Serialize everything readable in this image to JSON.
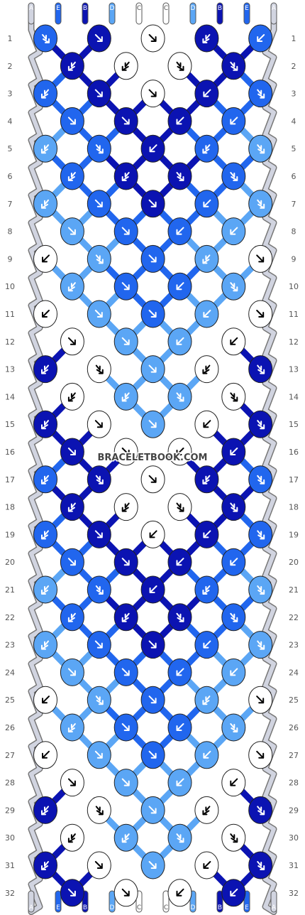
{
  "watermark": "BRACELETBOOK.COM",
  "strings": [
    {
      "label": "A",
      "color": "#d1d4e0"
    },
    {
      "label": "E",
      "color": "#2166ee"
    },
    {
      "label": "B",
      "color": "#0b13b2"
    },
    {
      "label": "D",
      "color": "#5ba6f5"
    },
    {
      "label": "C",
      "color": "#ffffff"
    },
    {
      "label": "C",
      "color": "#ffffff"
    },
    {
      "label": "D",
      "color": "#5ba6f5"
    },
    {
      "label": "B",
      "color": "#0b13b2"
    },
    {
      "label": "E",
      "color": "#2166ee"
    },
    {
      "label": "A",
      "color": "#d1d4e0"
    }
  ],
  "row_labels": [
    "1",
    "2",
    "3",
    "4",
    "5",
    "6",
    "7",
    "8",
    "9",
    "10",
    "11",
    "12",
    "13",
    "14",
    "15",
    "16",
    "17",
    "18",
    "19",
    "20",
    "21",
    "22",
    "23",
    "24",
    "25",
    "26",
    "27",
    "28",
    "29",
    "30",
    "31",
    "32"
  ],
  "knot_colors": {
    "A": "#d1d4e0",
    "B": "#0b13b2",
    "C": "#ffffff",
    "D": "#5ba6f5",
    "E": "#2166ee"
  },
  "knots": [
    [
      {
        "c": "E",
        "a": "SEr"
      },
      {
        "c": "B",
        "a": "SE"
      },
      {
        "c": "C",
        "a": "SE"
      },
      {
        "c": "B",
        "a": "SWr"
      },
      {
        "c": "E",
        "a": "SW"
      }
    ],
    [
      {
        "c": "B",
        "a": "SWr"
      },
      {
        "c": "C",
        "a": "SWr"
      },
      {
        "c": "C",
        "a": "SEr"
      },
      {
        "c": "B",
        "a": "SEr"
      }
    ],
    [
      {
        "c": "E",
        "a": "SWr"
      },
      {
        "c": "B",
        "a": "SE"
      },
      {
        "c": "C",
        "a": "SE"
      },
      {
        "c": "B",
        "a": "SW"
      },
      {
        "c": "E",
        "a": "SEr"
      }
    ],
    [
      {
        "c": "E",
        "a": "SE"
      },
      {
        "c": "B",
        "a": "SE"
      },
      {
        "c": "B",
        "a": "SW"
      },
      {
        "c": "E",
        "a": "SW"
      }
    ],
    [
      {
        "c": "D",
        "a": "SWr"
      },
      {
        "c": "E",
        "a": "SEr"
      },
      {
        "c": "B",
        "a": "SW"
      },
      {
        "c": "E",
        "a": "SWr"
      },
      {
        "c": "D",
        "a": "SEr"
      }
    ],
    [
      {
        "c": "E",
        "a": "SWr"
      },
      {
        "c": "B",
        "a": "SWr"
      },
      {
        "c": "B",
        "a": "SEr"
      },
      {
        "c": "E",
        "a": "SEr"
      }
    ],
    [
      {
        "c": "D",
        "a": "SWr"
      },
      {
        "c": "E",
        "a": "SE"
      },
      {
        "c": "B",
        "a": "SE"
      },
      {
        "c": "E",
        "a": "SW"
      },
      {
        "c": "D",
        "a": "SEr"
      }
    ],
    [
      {
        "c": "D",
        "a": "SE"
      },
      {
        "c": "E",
        "a": "SE"
      },
      {
        "c": "E",
        "a": "SW"
      },
      {
        "c": "D",
        "a": "SW"
      }
    ],
    [
      {
        "c": "C",
        "a": "SW"
      },
      {
        "c": "D",
        "a": "SEr"
      },
      {
        "c": "E",
        "a": "SE"
      },
      {
        "c": "D",
        "a": "SWr"
      },
      {
        "c": "C",
        "a": "SE"
      }
    ],
    [
      {
        "c": "D",
        "a": "SWr"
      },
      {
        "c": "E",
        "a": "SE"
      },
      {
        "c": "E",
        "a": "SW"
      },
      {
        "c": "D",
        "a": "SEr"
      }
    ],
    [
      {
        "c": "C",
        "a": "SW"
      },
      {
        "c": "D",
        "a": "SE"
      },
      {
        "c": "E",
        "a": "SE"
      },
      {
        "c": "D",
        "a": "SW"
      },
      {
        "c": "C",
        "a": "SE"
      }
    ],
    [
      {
        "c": "C",
        "a": "SE"
      },
      {
        "c": "D",
        "a": "SE"
      },
      {
        "c": "D",
        "a": "SW"
      },
      {
        "c": "C",
        "a": "SW"
      }
    ],
    [
      {
        "c": "B",
        "a": "SWr"
      },
      {
        "c": "C",
        "a": "SEr"
      },
      {
        "c": "D",
        "a": "SE"
      },
      {
        "c": "C",
        "a": "SWr"
      },
      {
        "c": "B",
        "a": "SEr"
      }
    ],
    [
      {
        "c": "C",
        "a": "SWr"
      },
      {
        "c": "D",
        "a": "SWr"
      },
      {
        "c": "D",
        "a": "SEr"
      },
      {
        "c": "C",
        "a": "SEr"
      }
    ],
    [
      {
        "c": "B",
        "a": "SWr"
      },
      {
        "c": "C",
        "a": "SE"
      },
      {
        "c": "D",
        "a": "SE"
      },
      {
        "c": "C",
        "a": "SW"
      },
      {
        "c": "B",
        "a": "SEr"
      }
    ],
    [
      {
        "c": "B",
        "a": "SE"
      },
      {
        "c": "C",
        "a": "SE"
      },
      {
        "c": "C",
        "a": "SW"
      },
      {
        "c": "B",
        "a": "SW"
      }
    ],
    [
      {
        "c": "E",
        "a": "SWr"
      },
      {
        "c": "B",
        "a": "SEr"
      },
      {
        "c": "C",
        "a": "SE"
      },
      {
        "c": "B",
        "a": "SWr"
      },
      {
        "c": "E",
        "a": "SEr"
      }
    ],
    [
      {
        "c": "B",
        "a": "SWr"
      },
      {
        "c": "C",
        "a": "SWr"
      },
      {
        "c": "C",
        "a": "SEr"
      },
      {
        "c": "B",
        "a": "SEr"
      }
    ],
    [
      {
        "c": "E",
        "a": "SWr"
      },
      {
        "c": "B",
        "a": "SE"
      },
      {
        "c": "C",
        "a": "SW"
      },
      {
        "c": "B",
        "a": "SW"
      },
      {
        "c": "E",
        "a": "SEr"
      }
    ],
    [
      {
        "c": "E",
        "a": "SE"
      },
      {
        "c": "B",
        "a": "SE"
      },
      {
        "c": "B",
        "a": "SW"
      },
      {
        "c": "E",
        "a": "SW"
      }
    ],
    [
      {
        "c": "D",
        "a": "SWr"
      },
      {
        "c": "E",
        "a": "SEr"
      },
      {
        "c": "B",
        "a": "SW"
      },
      {
        "c": "E",
        "a": "SWr"
      },
      {
        "c": "D",
        "a": "SEr"
      }
    ],
    [
      {
        "c": "E",
        "a": "SWr"
      },
      {
        "c": "B",
        "a": "SWr"
      },
      {
        "c": "B",
        "a": "SEr"
      },
      {
        "c": "E",
        "a": "SEr"
      }
    ],
    [
      {
        "c": "D",
        "a": "SWr"
      },
      {
        "c": "E",
        "a": "SE"
      },
      {
        "c": "B",
        "a": "SE"
      },
      {
        "c": "E",
        "a": "SW"
      },
      {
        "c": "D",
        "a": "SEr"
      }
    ],
    [
      {
        "c": "D",
        "a": "SE"
      },
      {
        "c": "E",
        "a": "SE"
      },
      {
        "c": "E",
        "a": "SW"
      },
      {
        "c": "D",
        "a": "SW"
      }
    ],
    [
      {
        "c": "C",
        "a": "SW"
      },
      {
        "c": "D",
        "a": "SEr"
      },
      {
        "c": "E",
        "a": "SE"
      },
      {
        "c": "D",
        "a": "SWr"
      },
      {
        "c": "C",
        "a": "SE"
      }
    ],
    [
      {
        "c": "D",
        "a": "SWr"
      },
      {
        "c": "E",
        "a": "SE"
      },
      {
        "c": "E",
        "a": "SW"
      },
      {
        "c": "D",
        "a": "SEr"
      }
    ],
    [
      {
        "c": "C",
        "a": "SW"
      },
      {
        "c": "D",
        "a": "SE"
      },
      {
        "c": "E",
        "a": "SE"
      },
      {
        "c": "D",
        "a": "SW"
      },
      {
        "c": "C",
        "a": "SE"
      }
    ],
    [
      {
        "c": "C",
        "a": "SE"
      },
      {
        "c": "D",
        "a": "SE"
      },
      {
        "c": "D",
        "a": "SW"
      },
      {
        "c": "C",
        "a": "SW"
      }
    ],
    [
      {
        "c": "B",
        "a": "SWr"
      },
      {
        "c": "C",
        "a": "SEr"
      },
      {
        "c": "D",
        "a": "SE"
      },
      {
        "c": "C",
        "a": "SWr"
      },
      {
        "c": "B",
        "a": "SEr"
      }
    ],
    [
      {
        "c": "C",
        "a": "SWr"
      },
      {
        "c": "D",
        "a": "SWr"
      },
      {
        "c": "D",
        "a": "SEr"
      },
      {
        "c": "C",
        "a": "SEr"
      }
    ],
    [
      {
        "c": "B",
        "a": "SWr"
      },
      {
        "c": "C",
        "a": "SE"
      },
      {
        "c": "D",
        "a": "SE"
      },
      {
        "c": "C",
        "a": "SW"
      },
      {
        "c": "B",
        "a": "SEr"
      }
    ],
    [
      {
        "c": "B",
        "a": "SE"
      },
      {
        "c": "C",
        "a": "SE"
      },
      {
        "c": "C",
        "a": "SW"
      },
      {
        "c": "B",
        "a": "SW"
      }
    ]
  ]
}
